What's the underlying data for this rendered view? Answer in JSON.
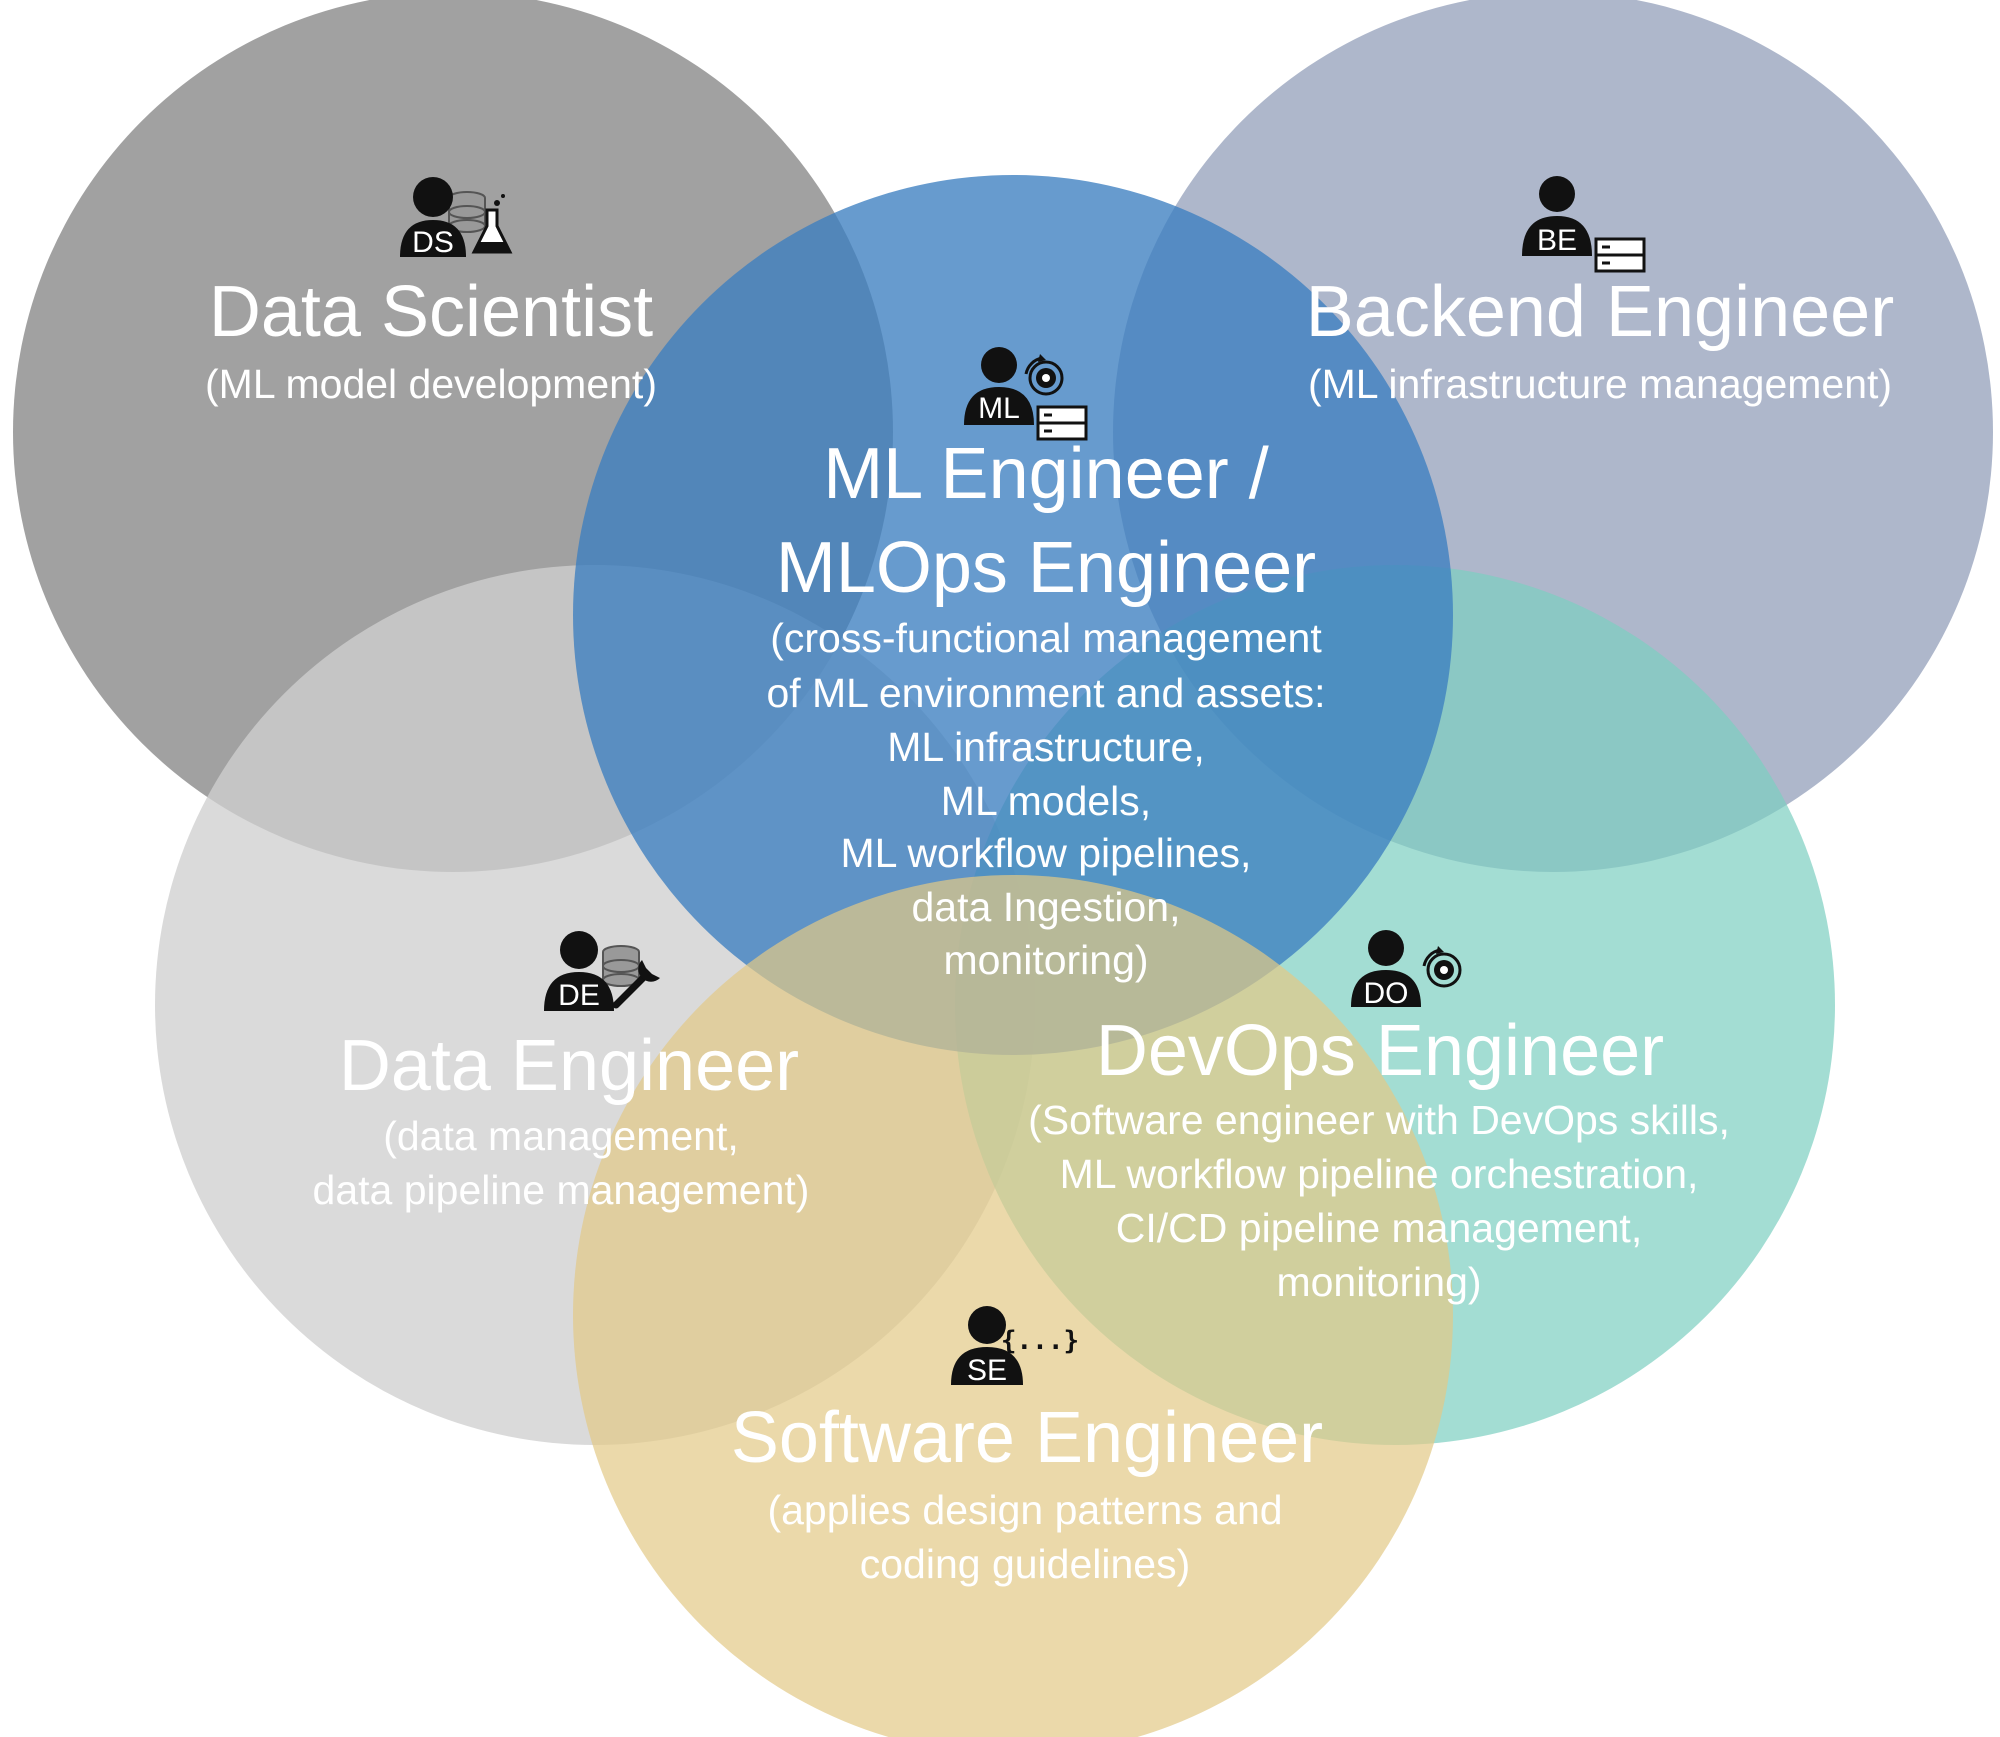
{
  "colors": {
    "data_scientist": "#8c8c8c",
    "backend_engineer": "#97a3bd",
    "ml_engineer": "#3c7fc0",
    "data_engineer": "#cfcfcf",
    "devops_engineer": "#7ccfc0",
    "software_engineer": "#e3c986",
    "text": "#ffffff",
    "icon": "#111111"
  },
  "roles": {
    "data_scientist": {
      "badge": "DS",
      "icon": "person-database-flask-icon",
      "title": "Data Scientist",
      "description": [
        "(ML model development)"
      ]
    },
    "backend_engineer": {
      "badge": "BE",
      "icon": "person-server-icon",
      "title": "Backend Engineer",
      "description": [
        "(ML infrastructure management)"
      ]
    },
    "ml_engineer": {
      "badge": "ML",
      "icon": "person-gear-server-icon",
      "title_lines": [
        "ML Engineer /",
        "MLOps Engineer"
      ],
      "description": [
        "(cross-functional management",
        "of ML environment and assets:",
        "ML infrastructure,",
        "ML models,",
        "ML workflow pipelines,",
        "data Ingestion,",
        "monitoring)"
      ]
    },
    "data_engineer": {
      "badge": "DE",
      "icon": "person-database-wrench-icon",
      "title": "Data Engineer",
      "description": [
        "(data management,",
        "data pipeline management)"
      ]
    },
    "devops_engineer": {
      "badge": "DO",
      "icon": "person-gear-icon",
      "title": "DevOps Engineer",
      "description": [
        "(Software engineer with DevOps skills,",
        "ML workflow pipeline orchestration,",
        "CI/CD pipeline management,",
        "monitoring)"
      ]
    },
    "software_engineer": {
      "badge": "SE",
      "icon": "person-code-icon",
      "code_glyph": "{...}",
      "title": "Software Engineer",
      "description": [
        "(applies design patterns and",
        "coding guidelines)"
      ]
    }
  }
}
